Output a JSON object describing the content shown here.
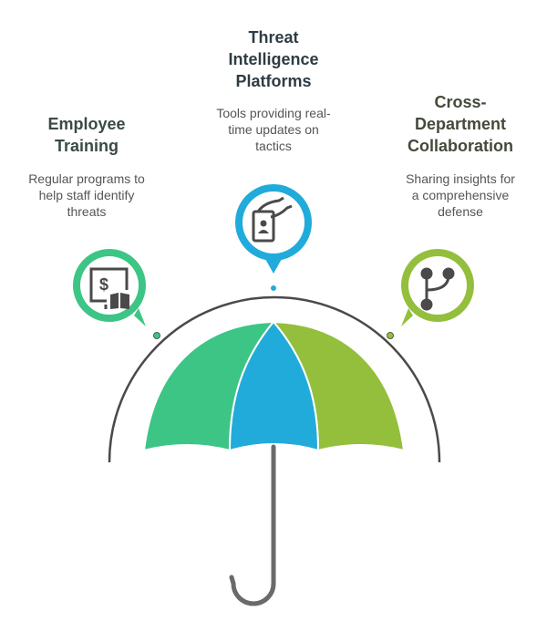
{
  "items": [
    {
      "title_lines": [
        "Employee",
        "Training"
      ],
      "desc_lines": [
        "Regular programs to",
        "help staff identify",
        "threats"
      ],
      "icon": "monitor-dollar-book-icon",
      "color": "#3dc585",
      "text_color": "#3a4a44"
    },
    {
      "title_lines": [
        "Threat",
        "Intelligence",
        "Platforms"
      ],
      "desc_lines": [
        "Tools providing real-",
        "time updates on",
        "tactics"
      ],
      "icon": "id-badge-hand-icon",
      "color": "#21abdb",
      "text_color": "#2f3c44"
    },
    {
      "title_lines": [
        "Cross-",
        "Department",
        "Collaboration"
      ],
      "desc_lines": [
        "Sharing insights for",
        "a comprehensive",
        "defense"
      ],
      "icon": "branch-icon",
      "color": "#93bf3c",
      "text_color": "#444a3a"
    }
  ],
  "colors": {
    "arc": "#4a4a4a",
    "handle": "#6a6a6a",
    "icon": "#4a4a4a"
  }
}
